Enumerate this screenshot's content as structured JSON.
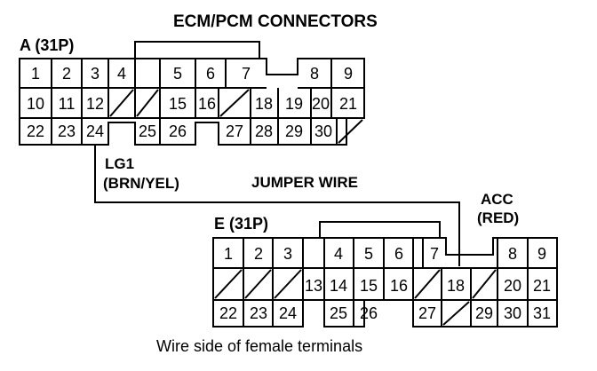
{
  "title": "ECM/PCM CONNECTORS",
  "caption": "Wire side of female terminals",
  "jumper_label": "JUMPER WIRE",
  "connector_a": {
    "label": "A (31P)",
    "row1": [
      "1",
      "2",
      "3",
      "4",
      "5",
      "6",
      "7",
      "8",
      "9"
    ],
    "row2": [
      "10",
      "11",
      "12",
      "15",
      "16",
      "18",
      "19",
      "20",
      "21"
    ],
    "row3": [
      "22",
      "23",
      "24",
      "25",
      "26",
      "27",
      "28",
      "29",
      "30"
    ],
    "wire_label": "LG1",
    "wire_color": "(BRN/YEL)"
  },
  "connector_e": {
    "label": "E (31P)",
    "row1": [
      "1",
      "2",
      "3",
      "4",
      "5",
      "6",
      "7",
      "8",
      "9"
    ],
    "row2": [
      "13",
      "14",
      "15",
      "16",
      "18",
      "20",
      "21"
    ],
    "row3": [
      "22",
      "23",
      "24",
      "25",
      "26",
      "27",
      "29",
      "30",
      "31"
    ],
    "wire_label": "ACC",
    "wire_color": "(RED)"
  }
}
